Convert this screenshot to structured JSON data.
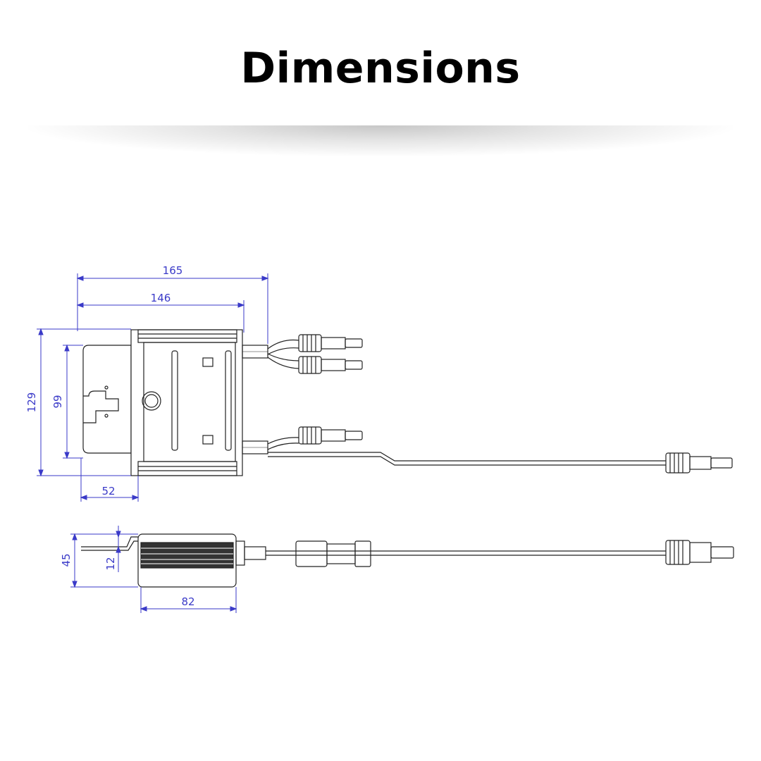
{
  "title": "Dimensions",
  "colors": {
    "dimension": "#3a3ac8",
    "outline": "#222222",
    "background": "#ffffff"
  },
  "dimensions": {
    "overall_length": "165",
    "body_length": "146",
    "overall_height": "129",
    "body_height": "99",
    "bracket_width": "52",
    "side_total_height": "45",
    "side_flange": "12",
    "side_length": "82"
  }
}
